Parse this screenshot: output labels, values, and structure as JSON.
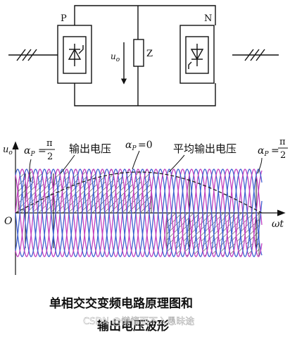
{
  "circuit": {
    "p_label": "P",
    "n_label": "N",
    "uo_main": "u",
    "uo_sub": "o",
    "z_label": "Z"
  },
  "waveform": {
    "axis_u_main": "u",
    "axis_u_sub": "o",
    "origin": "O",
    "axis_t": "ωt",
    "alpha_main": "α",
    "alpha_sub": "P",
    "eq": "=",
    "pi": "π",
    "two": "2",
    "alpha_zero": "=0",
    "label_output_voltage": "输出电压",
    "label_avg_output_voltage": "平均输出电压",
    "colors": {
      "phase_a": "#c040c0",
      "phase_b": "#4060d0",
      "avg": "#222222",
      "hatch": "#222222"
    }
  },
  "caption": {
    "line1": "单相交交变频电路原理图和",
    "line2": "输出电压波形"
  },
  "watermark": "CSDN @懒惰而不入愚昧途"
}
